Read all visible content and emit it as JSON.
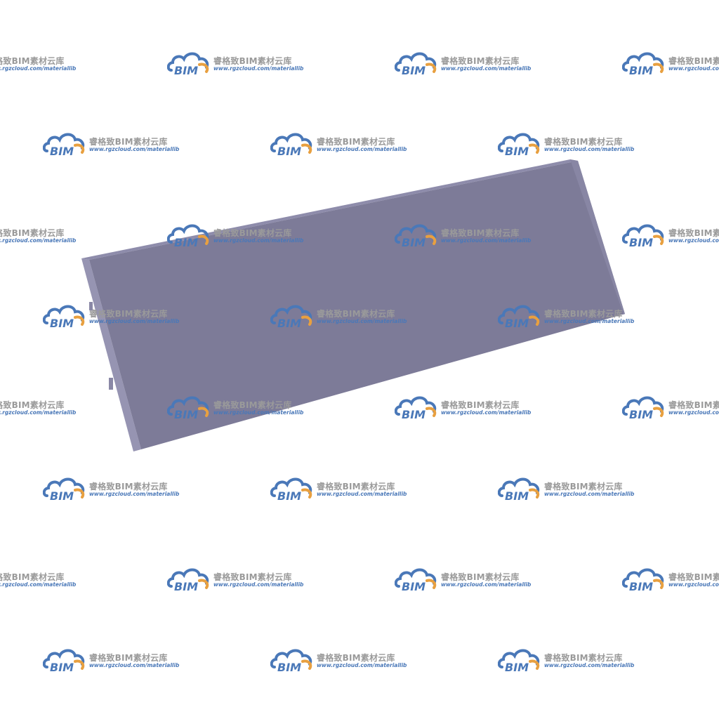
{
  "watermark": {
    "logo_text": "BIM",
    "title": "睿格致BIM素材云库",
    "url": "www.rgzcloud.com/materiallib",
    "colors": {
      "cloud_blue": "#4a78b8",
      "cloud_orange": "#e8a040",
      "title_gray": "#9a9a9a"
    }
  },
  "panel": {
    "description_color_face": "#7d7b98",
    "description_color_edge": "#9a99b4",
    "description_color_top": "#8a89a6"
  }
}
